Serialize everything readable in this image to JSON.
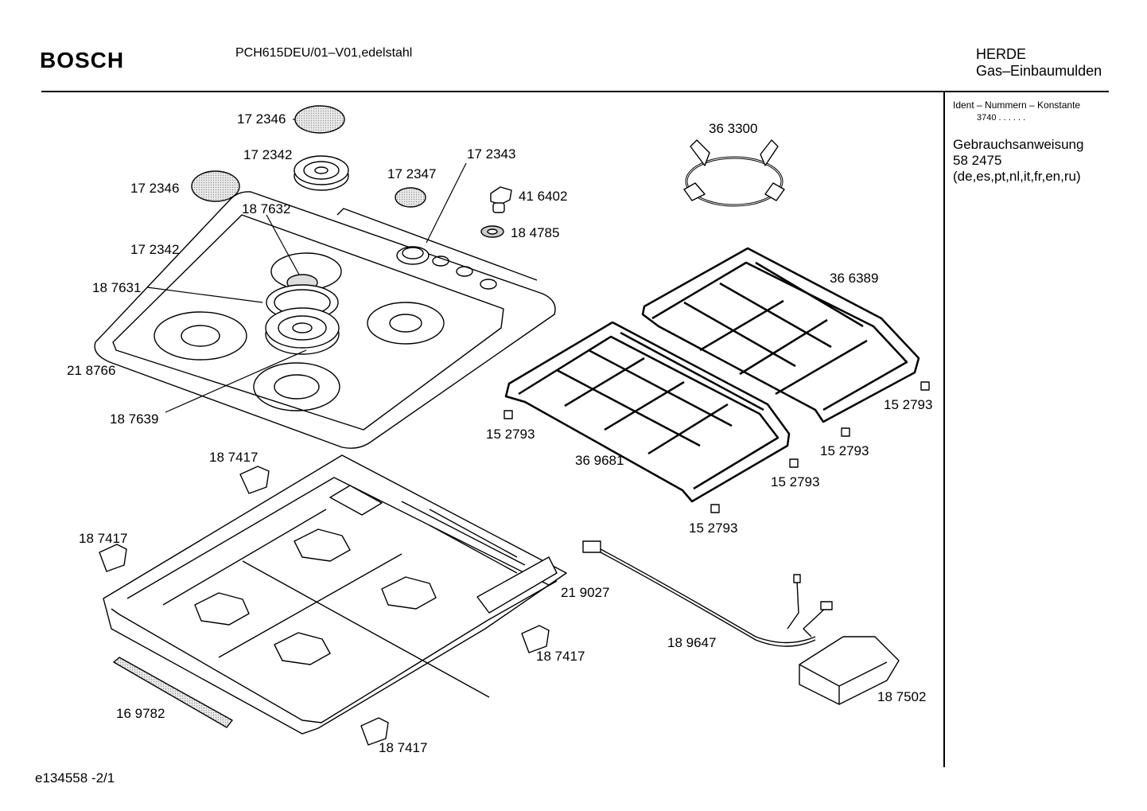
{
  "header": {
    "brand": "BOSCH",
    "model": "PCH615DEU/01–V01,edelstahl",
    "category": "HERDE",
    "subcategory": "Gas–Einbaumulden"
  },
  "sidebar": {
    "ident_heading": "Ident – Nummern – Konstante",
    "ident_constant": "3740  .  .  .  .  .  .",
    "manual_label": "Gebrauchsanweisung",
    "manual_number": "58 2475",
    "manual_languages": "(de,es,pt,nl,it,fr,en,ru)"
  },
  "footer": {
    "code": "e134558  -2/1"
  },
  "parts": {
    "p172346a": "17 2346",
    "p172342a": "17 2342",
    "p172346b": "17 2346",
    "p172347": "17 2347",
    "p172343": "17 2343",
    "p416402": "41 6402",
    "p187632": "18 7632",
    "p184785": "18 4785",
    "p172342b": "17 2342",
    "p187631": "18 7631",
    "p218766": "21 8766",
    "p187639": "18 7639",
    "p363300": "36 3300",
    "p366389": "36 6389",
    "p152793a": "15 2793",
    "p152793b": "15 2793",
    "p152793c": "15 2793",
    "p152793d": "15 2793",
    "p152793e": "15 2793",
    "p369681": "36 9681",
    "p187417a": "18 7417",
    "p187417b": "18 7417",
    "p187417c": "18 7417",
    "p187417d": "18 7417",
    "p219027": "21 9027",
    "p189647": "18 9647",
    "p187502": "18 7502",
    "p169782": "16 9782"
  }
}
